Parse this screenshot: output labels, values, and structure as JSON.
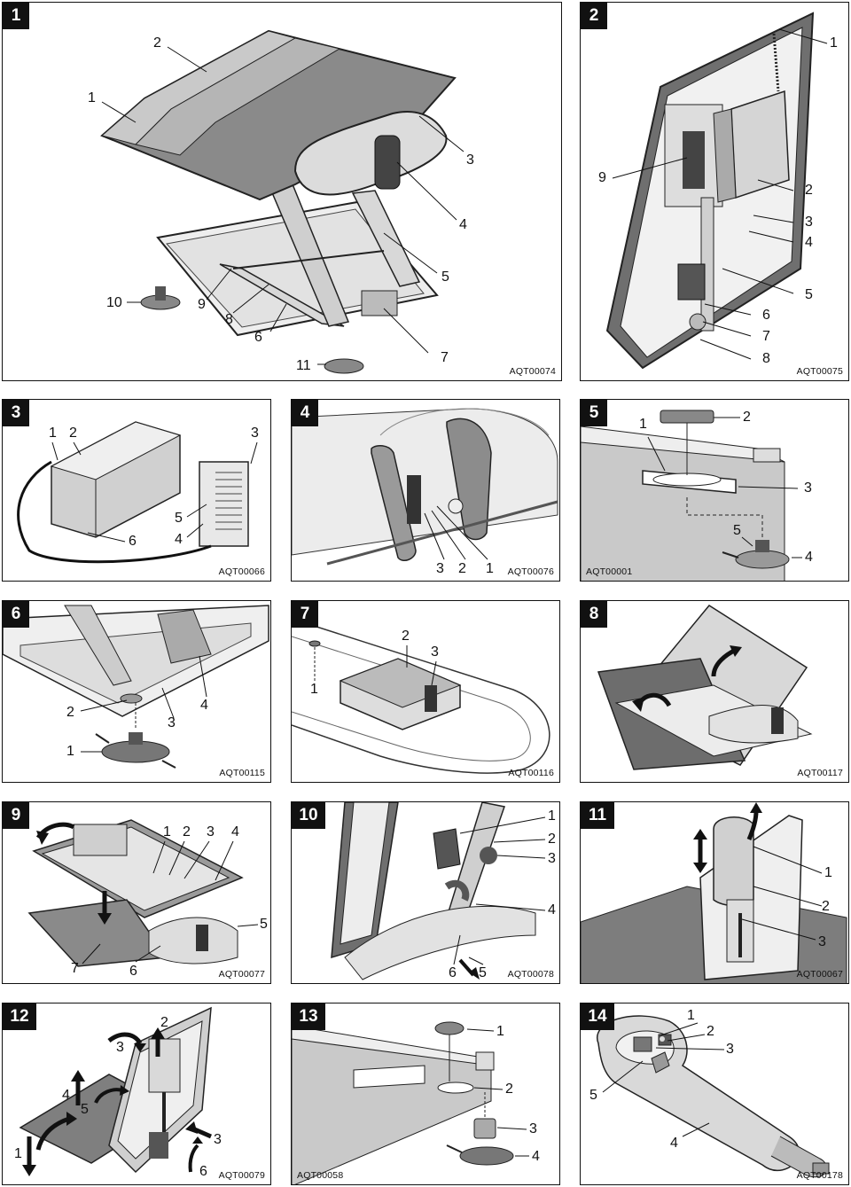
{
  "panels": [
    {
      "num": "1",
      "code": "AQT00074",
      "callouts": [
        "1",
        "2",
        "3",
        "4",
        "5",
        "6",
        "7",
        "8",
        "9",
        "10",
        "11"
      ]
    },
    {
      "num": "2",
      "code": "AQT00075",
      "callouts": [
        "1",
        "2",
        "3",
        "4",
        "5",
        "6",
        "7",
        "8",
        "9"
      ]
    },
    {
      "num": "3",
      "code": "AQT00066",
      "callouts": [
        "1",
        "2",
        "3",
        "4",
        "5",
        "6"
      ]
    },
    {
      "num": "4",
      "code": "AQT00076",
      "callouts": [
        "1",
        "2",
        "3"
      ]
    },
    {
      "num": "5",
      "code": "AQT00001",
      "callouts": [
        "1",
        "2",
        "3",
        "4",
        "5"
      ]
    },
    {
      "num": "6",
      "code": "AQT00115",
      "callouts": [
        "1",
        "2",
        "3",
        "4"
      ]
    },
    {
      "num": "7",
      "code": "AQT00116",
      "callouts": [
        "1",
        "2",
        "3"
      ]
    },
    {
      "num": "8",
      "code": "AQT00117",
      "callouts": []
    },
    {
      "num": "9",
      "code": "AQT00077",
      "callouts": [
        "1",
        "2",
        "3",
        "4",
        "5",
        "6",
        "7"
      ]
    },
    {
      "num": "10",
      "code": "AQT00078",
      "callouts": [
        "1",
        "2",
        "3",
        "4",
        "5",
        "6"
      ]
    },
    {
      "num": "11",
      "code": "AQT00067",
      "callouts": [
        "1",
        "2",
        "3"
      ]
    },
    {
      "num": "12",
      "code": "AQT00079",
      "callouts": [
        "1",
        "2",
        "3",
        "3",
        "4",
        "5",
        "6"
      ]
    },
    {
      "num": "13",
      "code": "AQT00058",
      "callouts": [
        "1",
        "2",
        "3",
        "4"
      ]
    },
    {
      "num": "14",
      "code": "AQT00178",
      "callouts": [
        "1",
        "2",
        "3",
        "4",
        "5"
      ]
    }
  ]
}
